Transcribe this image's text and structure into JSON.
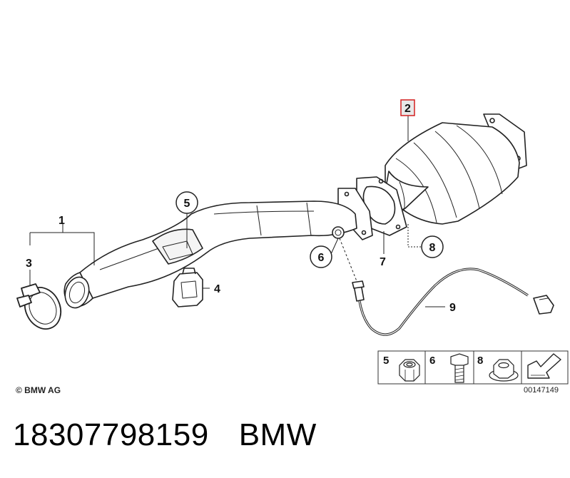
{
  "callouts": {
    "c1": "1",
    "c2": "2",
    "c3": "3",
    "c4": "4",
    "c5": "5",
    "c6": "6",
    "c7": "7",
    "c8": "8",
    "c9": "9"
  },
  "legend": {
    "items": [
      {
        "label": "5",
        "icon": "hex-nut-icon"
      },
      {
        "label": "6",
        "icon": "hex-bolt-icon"
      },
      {
        "label": "8",
        "icon": "flange-nut-icon"
      }
    ],
    "arrow_icon": "direction-arrow-icon"
  },
  "copyright": "© BMW AG",
  "diagram_id": "00147149",
  "part_number": "18307798159",
  "brand": "BMW",
  "colors": {
    "highlight_box": "#d42020",
    "highlight_fill": "#e8e8e8",
    "line": "#222222"
  }
}
